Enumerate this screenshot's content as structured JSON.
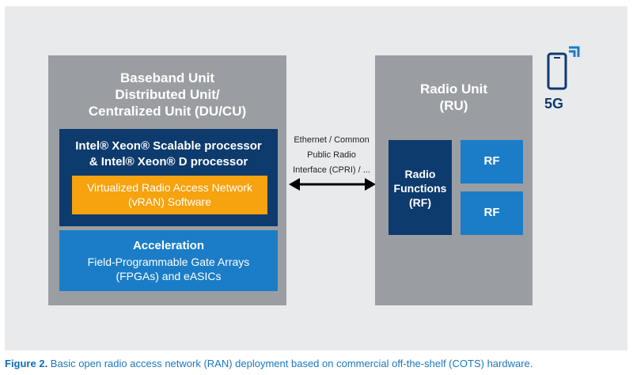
{
  "bbu": {
    "title_lines": [
      "Baseband Unit",
      "Distributed Unit/",
      "Centralized Unit (DU/CU)"
    ]
  },
  "processor": {
    "lines": [
      "Intel® Xeon® Scalable processor",
      "& Intel® Xeon® D processor"
    ]
  },
  "vran": {
    "lines": [
      "Virtualized Radio Access Network",
      "(vRAN) Software"
    ]
  },
  "acceleration": {
    "title": "Acceleration",
    "desc_lines": [
      "Field-Programmable Gate Arrays",
      "(FPGAs) and eASICs"
    ]
  },
  "link": {
    "label_lines": [
      "Ethernet / Common",
      "Public Radio",
      "Interface (CPRI) / ..."
    ]
  },
  "radio_unit": {
    "title_lines": [
      "Radio Unit",
      "(RU)"
    ],
    "functions_lines": [
      "Radio",
      "Functions",
      "(RF)"
    ],
    "rf_blocks": [
      "RF",
      "RF"
    ]
  },
  "badge": {
    "label": "5G",
    "icon": "mobile-5g-signal-icon"
  },
  "caption": {
    "figure": "Figure 2.",
    "text": " Basic open radio access network (RAN) deployment based on commercial off-the-shelf (COTS) hardware."
  },
  "colors": {
    "panel_bg": "#e9eaec",
    "gray_box": "#9a9ea3",
    "dark_blue": "#0d3b6e",
    "blue": "#1b7dc7",
    "orange": "#f7a20f"
  }
}
